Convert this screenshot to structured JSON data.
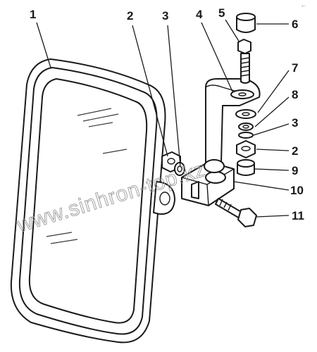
{
  "diagram": {
    "callouts": [
      "1",
      "2",
      "3",
      "4",
      "5",
      "6",
      "7",
      "8",
      "3",
      "2",
      "9",
      "10",
      "11"
    ],
    "watermark": "www.sinhron-top.kz",
    "corner_mark": "ᵃ⁻"
  }
}
